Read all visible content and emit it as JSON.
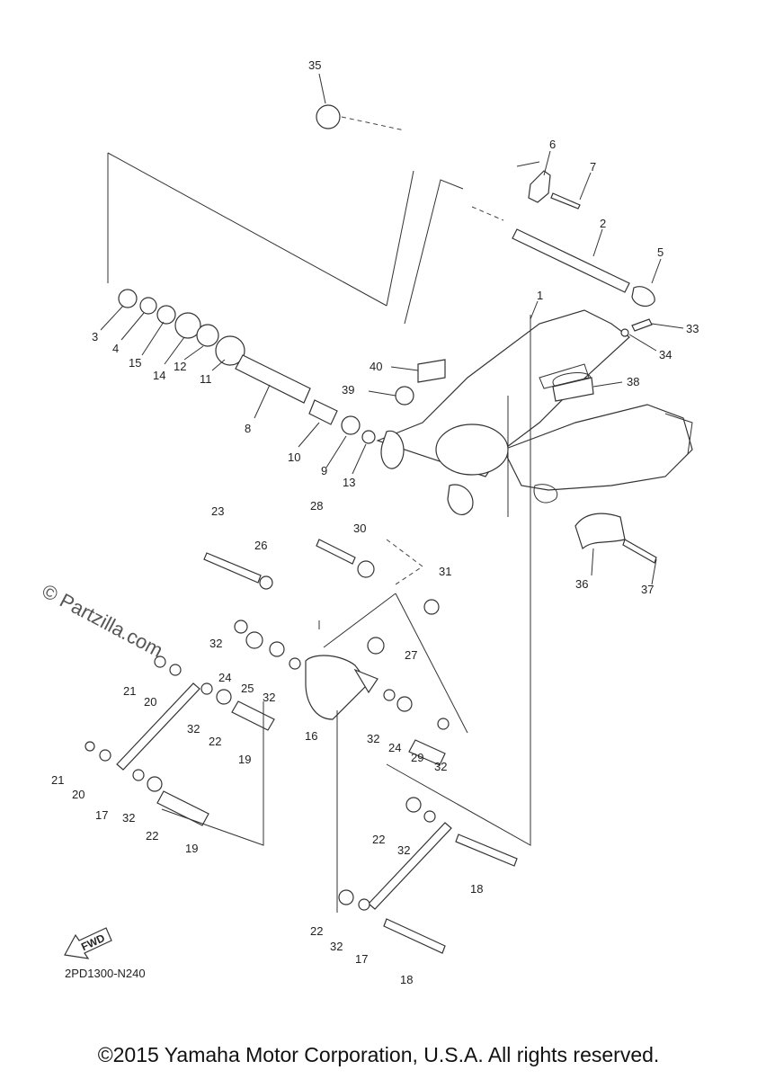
{
  "labels": {
    "n1": "1",
    "n2": "2",
    "n3": "3",
    "n4": "4",
    "n5": "5",
    "n6": "6",
    "n7": "7",
    "n8": "8",
    "n9": "9",
    "n10": "10",
    "n11": "11",
    "n12": "12",
    "n13": "13",
    "n14": "14",
    "n15": "15",
    "n16": "16",
    "n17": "17",
    "n18": "18",
    "n19": "19",
    "n20": "20",
    "n21": "21",
    "n22": "22",
    "n23": "23",
    "n24": "24",
    "n25": "25",
    "n26": "26",
    "n27": "27",
    "n28": "28",
    "n29": "29",
    "n30": "30",
    "n31": "31",
    "n32": "32",
    "n33": "33",
    "n34": "34",
    "n35": "35",
    "n36": "36",
    "n37": "37",
    "n38": "38",
    "n39": "39",
    "n40": "40"
  },
  "fwd_badge": "FWD",
  "diagram_code": "2PD1300-N240",
  "watermark": "© Partzilla.com",
  "copyright": "©2015 Yamaha Motor Corporation, U.S.A. All rights reserved."
}
